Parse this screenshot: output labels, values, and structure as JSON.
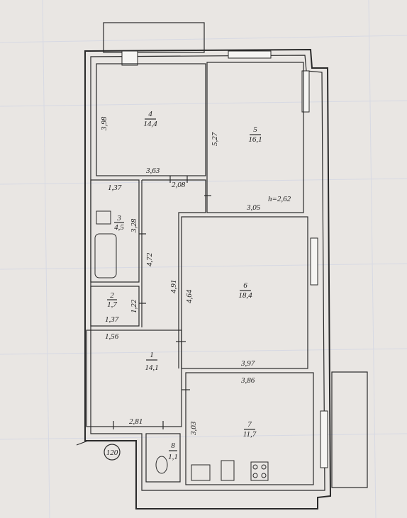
{
  "rooms": [
    {
      "number": "4",
      "area": "14,4"
    },
    {
      "number": "5",
      "area": "16,1"
    },
    {
      "number": "3",
      "area": "4,5"
    },
    {
      "number": "2",
      "area": "1,7"
    },
    {
      "number": "6",
      "area": "18,4"
    },
    {
      "number": "1",
      "area": "14,1"
    },
    {
      "number": "7",
      "area": "11,7"
    },
    {
      "number": "8",
      "area": "1,1"
    }
  ],
  "dimensions": {
    "room4_height": "3,98",
    "room4_width": "3,63",
    "room5_height": "5,27",
    "room5_width": "3,05",
    "ceiling_height": "h=2,62",
    "corridor_width": "2,08",
    "bath_width": "1,37",
    "bath_height": "3,28",
    "corridor_length": "4,72",
    "wc_height": "1,22",
    "wc_width": "1,37",
    "hall_width_top": "1,56",
    "hall_height": "4,91",
    "hall_width_bottom": "2,81",
    "room6_height": "4,64",
    "room6_width": "3,97",
    "room7_width": "3,86",
    "room7_height": "3,03"
  },
  "stairwell_label": "120"
}
